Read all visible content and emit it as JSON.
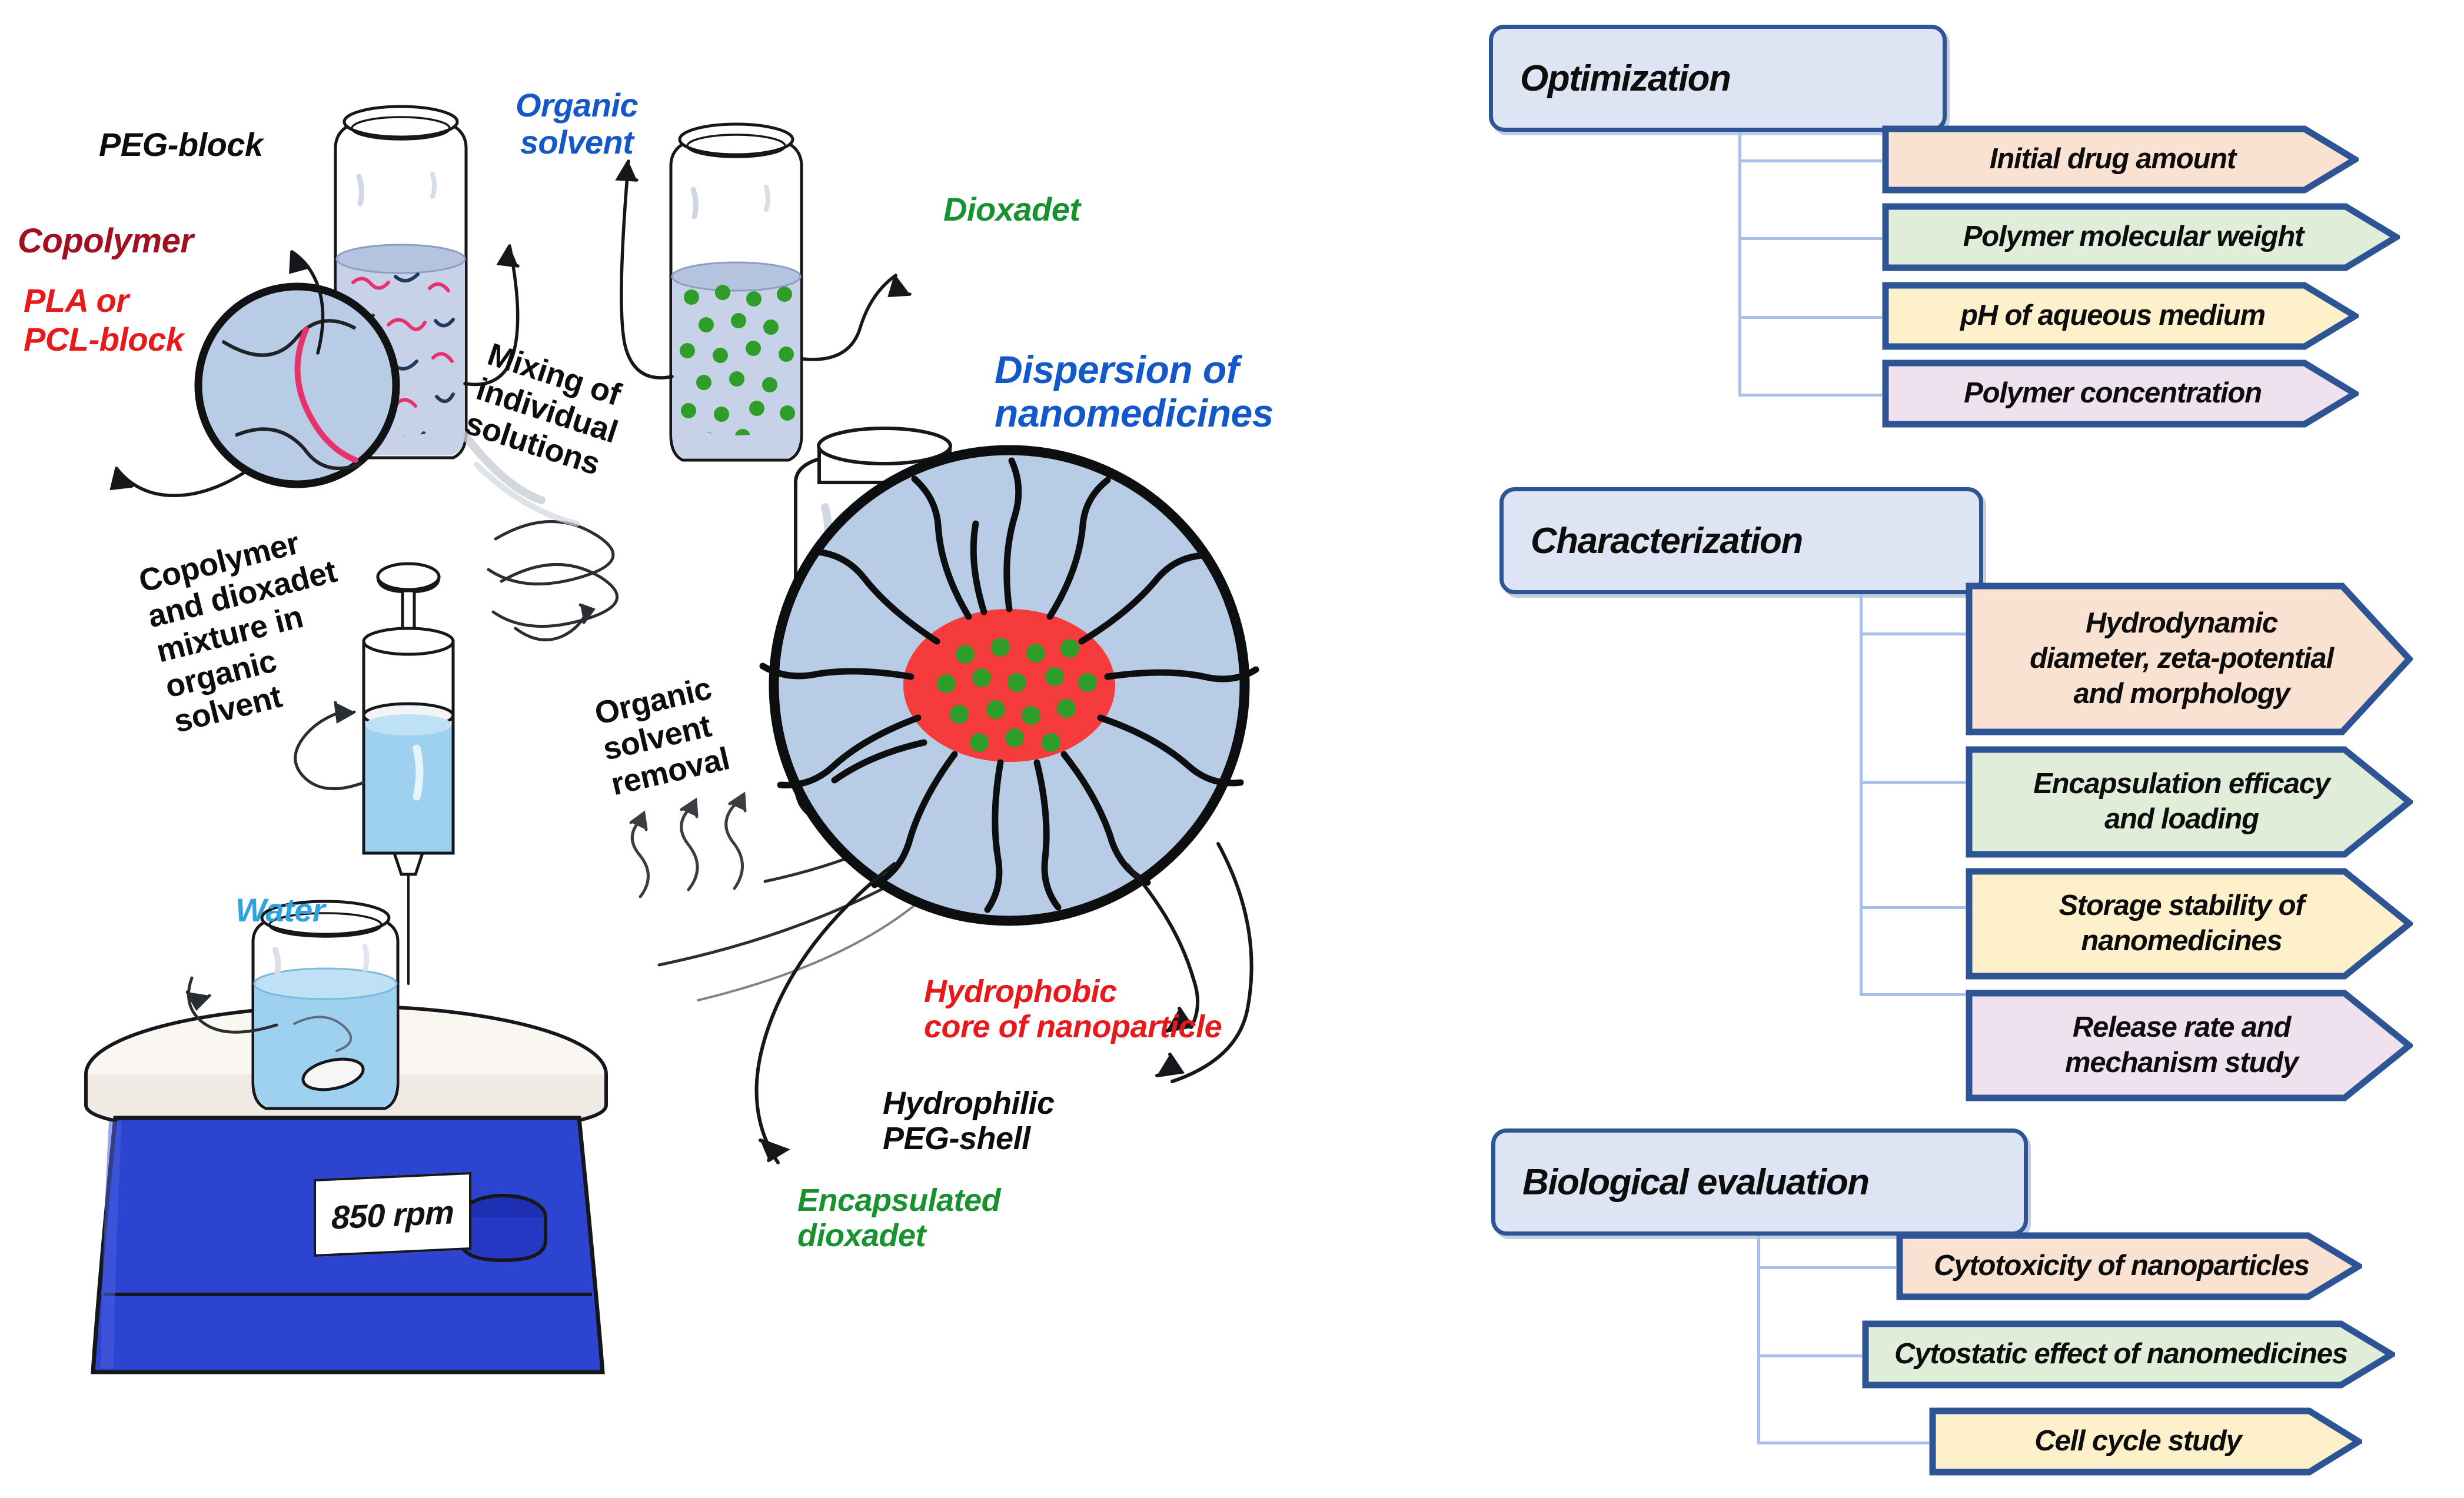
{
  "illustration": {
    "labels": {
      "peg_block": "PEG-block",
      "copolymer": "Copolymer",
      "pla_or": "PLA or",
      "pcl_block": "PCL-block",
      "organic_solvent": "Organic\nsolvent",
      "mixing_of_individual_solutions": "Mixing of\nindividual\nsolutions",
      "dioxadet": "Dioxadet",
      "dispersion_of_nanomedicines": "Dispersion of\nnanomedicines",
      "copolymer_mixture": "Copolymer\nand dioxadet\nmixture in\norganic\nsolvent",
      "organic_solvent_removal": "Organic\nsolvent\nremoval",
      "water": "Water",
      "hydrophobic_core": "Hydrophobic\ncore of nanoparticle",
      "hydrophilic_shell": "Hydrophilic\nPEG-shell",
      "encapsulated_dioxadet": "Encapsulated\ndioxadet",
      "stirrer_speed": "850 rpm"
    },
    "colors": {
      "blue": "#1358c8",
      "cyan": "#2fa3e0",
      "green": "#17922f",
      "red": "#e8191b",
      "dark_red": "#a01020",
      "black": "#0d0d0d",
      "nanoparticle_shell": "#b9cce6",
      "nanoparticle_core": "#f63b3d",
      "drug_dot": "#2e9e28",
      "stirrer_body": "#2c44cf",
      "water_fill": "#a8d6f0",
      "solvent_fill": "#c3cfe6"
    }
  },
  "flowchart": {
    "accent_border": "#2d5494",
    "connector_color": "#a8c0e8",
    "head_fill": "#dde5f5",
    "sections": [
      {
        "heading": "Optimization",
        "items": [
          {
            "label": "Initial drug amount",
            "fill": "#fae2d3"
          },
          {
            "label": "Polymer molecular weight",
            "fill": "#e0edd9"
          },
          {
            "label": "pH of aqueous medium",
            "fill": "#fdf0cb"
          },
          {
            "label": "Polymer concentration",
            "fill": "#f0e1ee"
          }
        ]
      },
      {
        "heading": "Characterization",
        "items": [
          {
            "label": "Hydrodynamic\ndiameter, zeta-potential\nand morphology",
            "fill": "#fae2d3"
          },
          {
            "label": "Encapsulation efficacy\nand loading",
            "fill": "#e0edd9"
          },
          {
            "label": "Storage stability of\nnanomedicines",
            "fill": "#fdf0cb"
          },
          {
            "label": "Release rate and\nmechanism study",
            "fill": "#f0e1ee"
          }
        ]
      },
      {
        "heading": "Biological evaluation",
        "items": [
          {
            "label": "Cytotoxicity of nanoparticles",
            "fill": "#fae2d3"
          },
          {
            "label": "Cytostatic effect of nanomedicines",
            "fill": "#e0edd9"
          },
          {
            "label": "Cell cycle study",
            "fill": "#fdf0cb"
          }
        ]
      }
    ]
  }
}
